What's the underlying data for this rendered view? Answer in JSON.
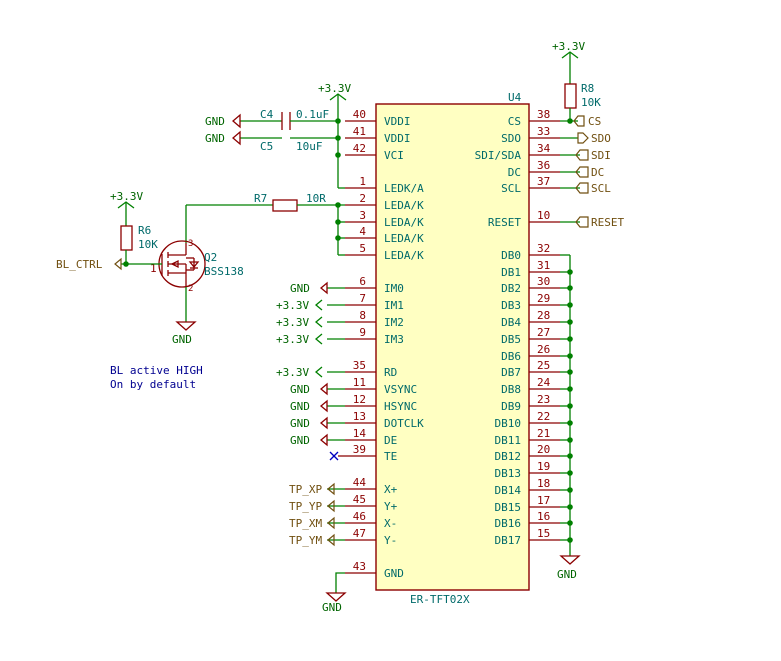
{
  "ic": {
    "ref": "U4",
    "value": "ER-TFT02X",
    "left_pins": [
      {
        "num": "40",
        "name": "VDDI"
      },
      {
        "num": "41",
        "name": "VDDI"
      },
      {
        "num": "42",
        "name": "VCI"
      },
      {
        "num": "1",
        "name": "LEDK/A"
      },
      {
        "num": "2",
        "name": "LEDA/K"
      },
      {
        "num": "3",
        "name": "LEDA/K"
      },
      {
        "num": "4",
        "name": "LEDA/K"
      },
      {
        "num": "5",
        "name": "LEDA/K"
      },
      {
        "num": "6",
        "name": "IM0"
      },
      {
        "num": "7",
        "name": "IM1"
      },
      {
        "num": "8",
        "name": "IM2"
      },
      {
        "num": "9",
        "name": "IM3"
      },
      {
        "num": "35",
        "name": "RD"
      },
      {
        "num": "11",
        "name": "VSYNC"
      },
      {
        "num": "12",
        "name": "HSYNC"
      },
      {
        "num": "13",
        "name": "DOTCLK"
      },
      {
        "num": "14",
        "name": "DE"
      },
      {
        "num": "39",
        "name": "TE"
      },
      {
        "num": "44",
        "name": "X+"
      },
      {
        "num": "45",
        "name": "Y+"
      },
      {
        "num": "46",
        "name": "X-"
      },
      {
        "num": "47",
        "name": "Y-"
      },
      {
        "num": "43",
        "name": "GND"
      }
    ],
    "right_pins": [
      {
        "num": "38",
        "name": "CS"
      },
      {
        "num": "33",
        "name": "SDO"
      },
      {
        "num": "34",
        "name": "SDI/SDA"
      },
      {
        "num": "36",
        "name": "DC"
      },
      {
        "num": "37",
        "name": "SCL"
      },
      {
        "num": "10",
        "name": "RESET"
      },
      {
        "num": "32",
        "name": "DB0"
      },
      {
        "num": "31",
        "name": "DB1"
      },
      {
        "num": "30",
        "name": "DB2"
      },
      {
        "num": "29",
        "name": "DB3"
      },
      {
        "num": "28",
        "name": "DB4"
      },
      {
        "num": "27",
        "name": "DB5"
      },
      {
        "num": "26",
        "name": "DB6"
      },
      {
        "num": "25",
        "name": "DB7"
      },
      {
        "num": "24",
        "name": "DB8"
      },
      {
        "num": "23",
        "name": "DB9"
      },
      {
        "num": "22",
        "name": "DB10"
      },
      {
        "num": "21",
        "name": "DB11"
      },
      {
        "num": "20",
        "name": "DB12"
      },
      {
        "num": "19",
        "name": "DB13"
      },
      {
        "num": "18",
        "name": "DB14"
      },
      {
        "num": "17",
        "name": "DB15"
      },
      {
        "num": "16",
        "name": "DB16"
      },
      {
        "num": "15",
        "name": "DB17"
      }
    ]
  },
  "nets": {
    "plus33": "+3.3V",
    "gnd": "GND"
  },
  "left_net_labels": {
    "im0": "GND",
    "im1": "+3.3V",
    "im2": "+3.3V",
    "im3": "+3.3V",
    "rd": "+3.3V",
    "vsync": "GND",
    "hsync": "GND",
    "dotclk": "GND",
    "de": "GND"
  },
  "global_labels": {
    "cs": "CS",
    "sdo": "SDO",
    "sdi": "SDI",
    "dc": "DC",
    "scl": "SCL",
    "reset": "RESET",
    "tp_xp": "TP_XP",
    "tp_yp": "TP_YP",
    "tp_xm": "TP_XM",
    "tp_ym": "TP_YM",
    "bl_ctrl": "BL_CTRL"
  },
  "components": {
    "c4": {
      "ref": "C4",
      "value": "0.1uF"
    },
    "c5": {
      "ref": "C5",
      "value": "10uF"
    },
    "r7": {
      "ref": "R7",
      "value": "10R"
    },
    "r6": {
      "ref": "R6",
      "value": "10K"
    },
    "r8": {
      "ref": "R8",
      "value": "10K"
    },
    "q2": {
      "ref": "Q2",
      "value": "BSS138",
      "pin_g": "1",
      "pin_s": "2",
      "pin_d": "3"
    }
  },
  "notes": [
    "BL active HIGH",
    "On by default"
  ],
  "colors": {
    "wire": "#008000",
    "part": "#8b0000",
    "label": "#704f10",
    "power": "#006400",
    "note": "#000090"
  }
}
